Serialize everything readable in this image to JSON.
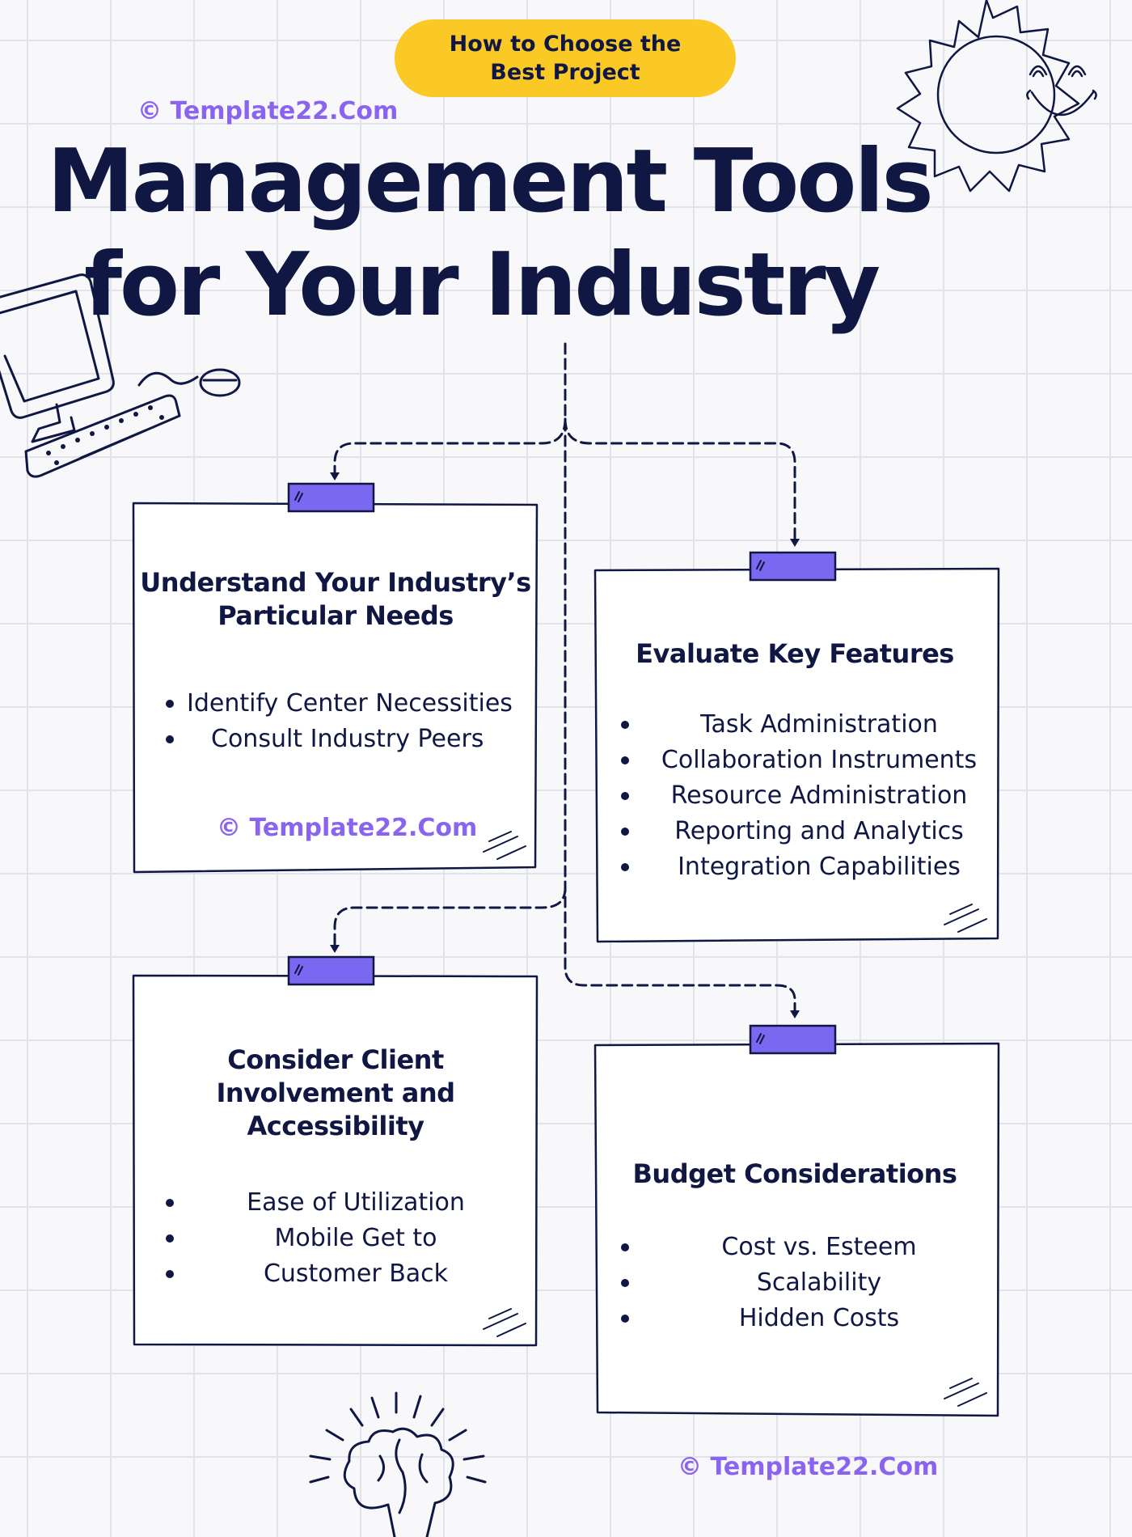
{
  "colors": {
    "navy": "#0f1742",
    "accent_yellow": "#fbc926",
    "accent_purple": "#8a63f0",
    "tab_purple": "#7b68f0"
  },
  "header": {
    "pill_text": "How to Choose the\nBest Project",
    "title_line1": "Management Tools",
    "title_line2": "for Your Industry"
  },
  "watermarks": {
    "top": "© Template22.Com",
    "card": "© Template22.Com",
    "bottom": "© Template22.Com"
  },
  "cards": [
    {
      "heading": "Understand Your Industry’s Particular Needs",
      "items": [
        "Identify Center Necessities",
        "Consult Industry Peers"
      ]
    },
    {
      "heading": "Evaluate Key Features",
      "items": [
        "Task Administration",
        "Collaboration Instruments",
        "Resource Administration",
        "Reporting and Analytics",
        "Integration Capabilities"
      ]
    },
    {
      "heading": "Consider Client Involvement and Accessibility",
      "items": [
        "Ease of Utilization",
        "Mobile Get to",
        "Customer Back"
      ]
    },
    {
      "heading": "Budget Considerations",
      "items": [
        "Cost vs. Esteem",
        "Scalability",
        "Hidden Costs"
      ]
    }
  ],
  "icons": [
    "sun-icon",
    "computer-icon",
    "brain-icon"
  ]
}
